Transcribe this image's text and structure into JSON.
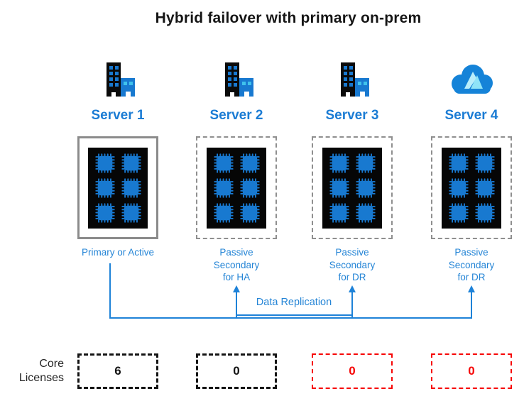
{
  "title": "Hybrid failover with primary on-prem",
  "servers": [
    {
      "name": "Server 1",
      "icon": "office-building",
      "role": "Primary or Active",
      "box_style": "solid",
      "chip_count": 6,
      "license_value": "6",
      "license_color": "black"
    },
    {
      "name": "Server 2",
      "icon": "office-building",
      "role": "Passive Secondary for HA",
      "box_style": "dashed",
      "chip_count": 6,
      "license_value": "0",
      "license_color": "black"
    },
    {
      "name": "Server 3",
      "icon": "office-building",
      "role": "Passive Secondary for DR",
      "box_style": "dashed",
      "chip_count": 6,
      "license_value": "0",
      "license_color": "red"
    },
    {
      "name": "Server 4",
      "icon": "azure-cloud",
      "role": "Passive Secondary for DR",
      "box_style": "dashed",
      "chip_count": 6,
      "license_value": "0",
      "license_color": "red"
    }
  ],
  "connector": {
    "replication_label": "Data Replication"
  },
  "core_licenses": {
    "label_line1": "Core",
    "label_line2": "Licenses"
  },
  "colors": {
    "accent_blue": "#1b7cd4",
    "chip_blue": "#1879d0",
    "window_cyan": "#3fc2ec",
    "azure_logo_light": "#9be6f9",
    "license_red": "#f60606",
    "border_gray": "#8b8b8b",
    "panel_black": "#060606"
  }
}
